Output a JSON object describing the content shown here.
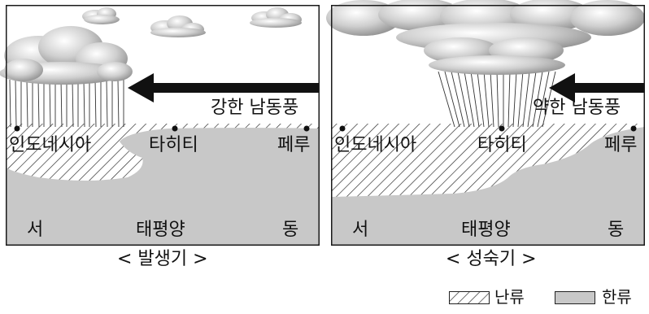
{
  "panels": [
    {
      "wind_label": "강한 남동풍",
      "locations": [
        "인도네시아",
        "타히티",
        "페루"
      ],
      "west": "서",
      "ocean": "태평양",
      "east": "동",
      "caption": "< 발생기 >"
    },
    {
      "wind_label": "약한 남동풍",
      "locations": [
        "인도네시아",
        "타히티",
        "페루"
      ],
      "west": "서",
      "ocean": "태평양",
      "east": "동",
      "caption": "< 성숙기 >"
    }
  ],
  "legend": {
    "warm": "난류",
    "cold": "한류"
  },
  "colors": {
    "cold_current": "#c8c8c8",
    "frame": "#1a1a1a"
  }
}
